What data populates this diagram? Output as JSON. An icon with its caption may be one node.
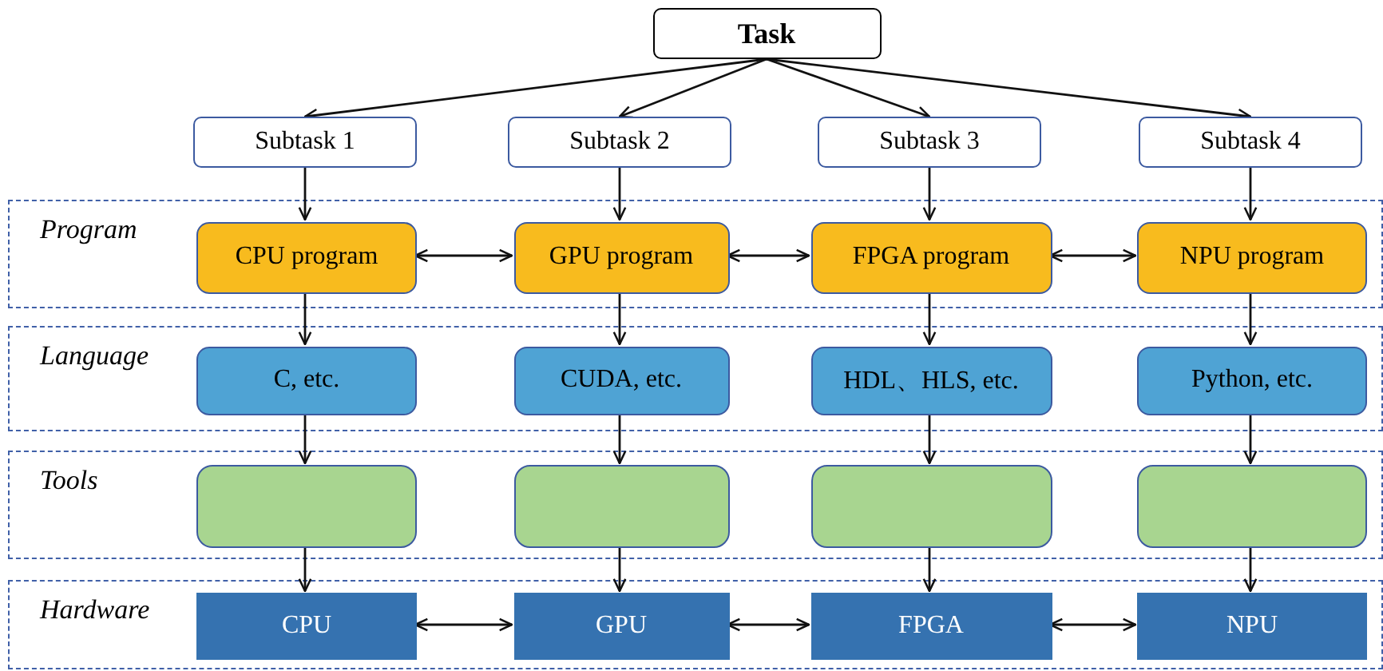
{
  "diagram": {
    "nodes": [
      {
        "text": [
          "Task"
        ]
      },
      {
        "text": [
          "Subtask 1"
        ]
      },
      {
        "text": [
          "Subtask 2"
        ]
      },
      {
        "text": [
          "Subtask 3"
        ]
      },
      {
        "text": [
          "Subtask 4"
        ]
      },
      {
        "text": [
          "Program"
        ]
      },
      {
        "text": [
          "CPU program"
        ],
        "in": 5
      },
      {
        "text": [
          "GPU program"
        ],
        "in": 5
      },
      {
        "text": [
          "FPGA program"
        ],
        "in": 5
      },
      {
        "text": [
          "NPU program"
        ],
        "in": 5
      },
      {
        "text": [
          "Language"
        ]
      },
      {
        "text": [
          "C, etc."
        ],
        "in": 10
      },
      {
        "text": [
          "CUDA, etc."
        ],
        "in": 10
      },
      {
        "text": [
          "HDL、HLS, etc."
        ],
        "in": 10
      },
      {
        "text": [
          "Python, etc."
        ],
        "in": 10
      },
      {
        "text": [
          "Tools"
        ]
      },
      {
        "text": [],
        "shape": "box",
        "in": 15
      },
      {
        "text": [],
        "shape": "box",
        "in": 15
      },
      {
        "text": [],
        "shape": "box",
        "in": 15
      },
      {
        "text": [],
        "shape": "box",
        "in": 15
      },
      {
        "text": [
          "Hardware"
        ]
      },
      {
        "text": [
          "CPU"
        ],
        "in": 20
      },
      {
        "text": [
          "GPU"
        ],
        "in": 20
      },
      {
        "text": [
          "FPGA"
        ],
        "in": 20
      },
      {
        "text": [
          "NPU"
        ],
        "in": 20
      }
    ],
    "edges": [
      {
        "from": 0,
        "to": 1,
        "arrow": "to"
      },
      {
        "from": 0,
        "to": 2,
        "arrow": "to"
      },
      {
        "from": 0,
        "to": 3,
        "arrow": "to"
      },
      {
        "from": 0,
        "to": 4,
        "arrow": "to"
      },
      {
        "from": 1,
        "to": 6,
        "arrow": "to"
      },
      {
        "from": 2,
        "to": 7,
        "arrow": "to"
      },
      {
        "from": 3,
        "to": 8,
        "arrow": "to"
      },
      {
        "from": 4,
        "to": 9,
        "arrow": "to"
      },
      {
        "from": 6,
        "to": 7,
        "arrow": "both"
      },
      {
        "from": 7,
        "to": 8,
        "arrow": "both"
      },
      {
        "from": 8,
        "to": 9,
        "arrow": "both"
      },
      {
        "from": 6,
        "to": 11,
        "arrow": "to"
      },
      {
        "from": 7,
        "to": 12,
        "arrow": "to"
      },
      {
        "from": 8,
        "to": 13,
        "arrow": "to"
      },
      {
        "from": 9,
        "to": 14,
        "arrow": "to"
      },
      {
        "from": 11,
        "to": 16,
        "arrow": "to"
      },
      {
        "from": 12,
        "to": 17,
        "arrow": "to"
      },
      {
        "from": 13,
        "to": 18,
        "arrow": "to"
      },
      {
        "from": 14,
        "to": 19,
        "arrow": "to"
      },
      {
        "from": 16,
        "to": 21,
        "arrow": "to"
      },
      {
        "from": 17,
        "to": 22,
        "arrow": "to"
      },
      {
        "from": 18,
        "to": 23,
        "arrow": "to"
      },
      {
        "from": 19,
        "to": 24,
        "arrow": "to"
      },
      {
        "from": 21,
        "to": 22,
        "arrow": "both"
      },
      {
        "from": 22,
        "to": 23,
        "arrow": "both"
      },
      {
        "from": 23,
        "to": 24,
        "arrow": "both"
      }
    ]
  }
}
